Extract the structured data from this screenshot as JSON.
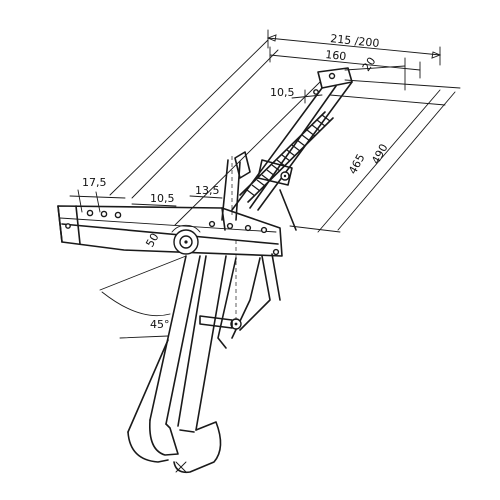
{
  "dimensions": {
    "total_length": "215 /200",
    "rail_length": "160",
    "rail_width": "20",
    "offset_top": "10,5",
    "height_465": "465",
    "height_490": "490",
    "side_spacing": "17,5",
    "hole_spacing": "10,5",
    "pivot_offset": "13,5",
    "pivot_diameter": "50",
    "angle": "45°"
  }
}
